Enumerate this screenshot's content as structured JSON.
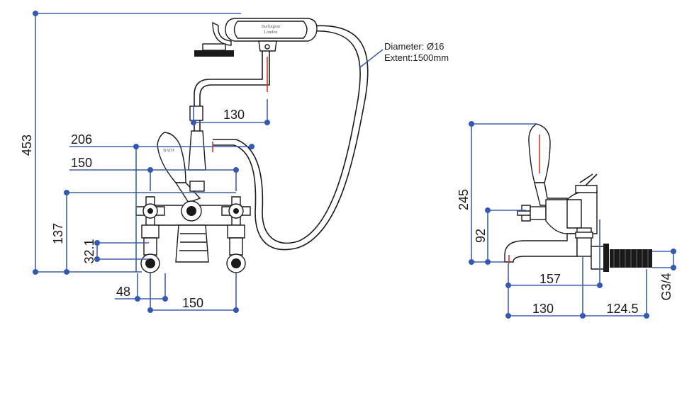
{
  "dimensions": {
    "height_total": "453",
    "hose_offset": "130",
    "width_206": "206",
    "width_150_top": "150",
    "height_137": "137",
    "inlet_321": "32.1",
    "inlet_48": "48",
    "centres_150": "150",
    "side_height_245": "245",
    "side_height_92": "92",
    "side_spout_157": "157",
    "side_spout_130": "130",
    "side_inlet_1245": "124.5",
    "thread_g34": "G3/4"
  },
  "hose_note": {
    "line1": "Diameter: Ø16",
    "line2": "Extent:1500mm"
  },
  "handset_brand": {
    "line1": "Burlington",
    "line2": "London"
  },
  "lever_label": "BATH",
  "colors": {
    "dimension": "#3f5fb0",
    "dimension_dot": "#3459b5",
    "outline": "#1a1a1a",
    "centre_mark": "#d9332b"
  }
}
